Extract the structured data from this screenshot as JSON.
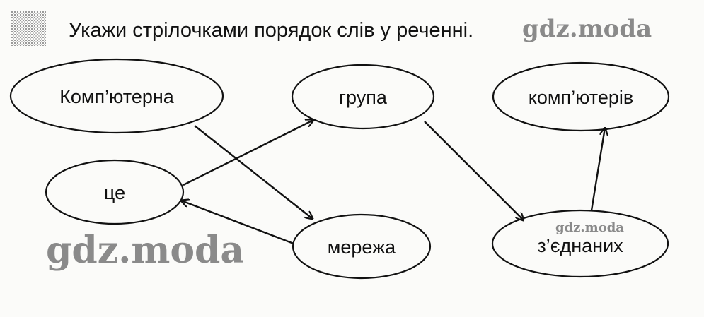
{
  "task": {
    "title": "Укажи стрілочками порядок слів у реченні."
  },
  "words": {
    "w1": "Комп’ютерна",
    "w2": "група",
    "w3": "комп’ютерів",
    "w4": "це",
    "w5": "мережа",
    "w6": "з’єднаних"
  },
  "watermark": "gdz.moda",
  "sentence_order": [
    "Комп’ютерна",
    "мережа",
    "це",
    "група",
    "з’єднаних",
    "комп’ютерів"
  ]
}
